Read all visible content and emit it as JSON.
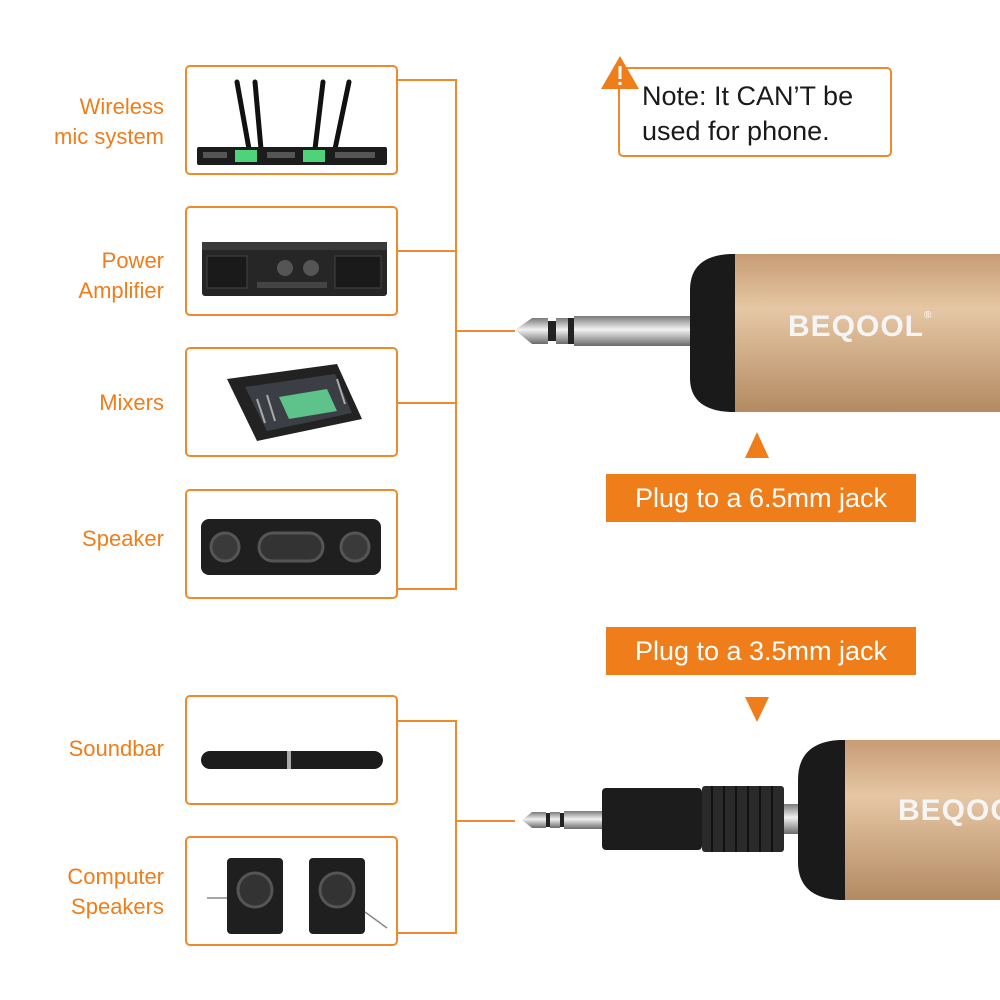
{
  "devices_top": [
    {
      "label": "Wireless\nmic system",
      "icon": "wireless-receiver-icon"
    },
    {
      "label": "Power\nAmplifier",
      "icon": "power-amplifier-icon"
    },
    {
      "label": "Mixers",
      "icon": "mixer-icon"
    },
    {
      "label": "Speaker",
      "icon": "speaker-icon"
    }
  ],
  "devices_bottom": [
    {
      "label": "Soundbar",
      "icon": "soundbar-icon"
    },
    {
      "label": "Computer\nSpeakers",
      "icon": "computer-speakers-icon"
    }
  ],
  "note": {
    "text": "Note: It CAN’T be\nused for phone.",
    "icon": "warning-icon"
  },
  "banner_65": "Plug to a 6.5mm jack",
  "banner_35": "Plug to a 3.5mm jack",
  "brand": "BEQOOL",
  "brand_registered": "®",
  "colors": {
    "accent": "#ef7d1a",
    "gold": "#d6b08a",
    "dark": "#1e1e1e"
  }
}
